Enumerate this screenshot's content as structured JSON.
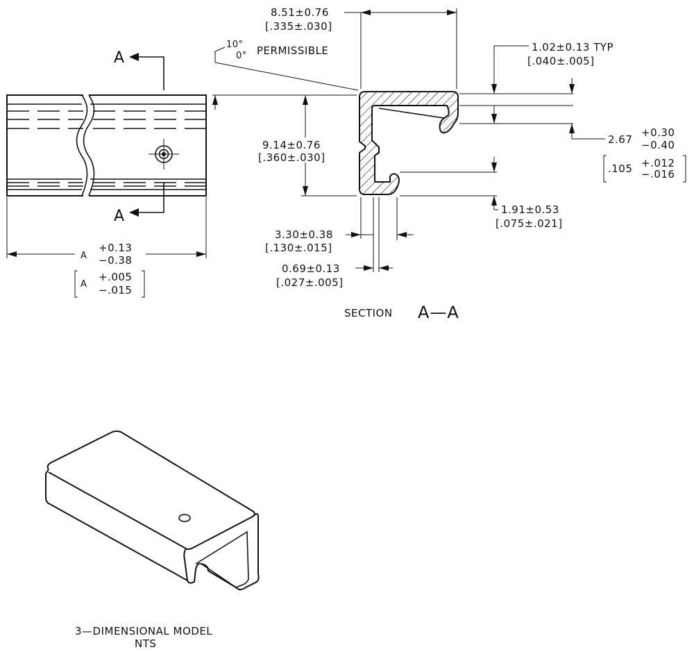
{
  "section_labels": {
    "cut_top": "A",
    "cut_bottom": "A"
  },
  "angle_note": {
    "upper": "10°",
    "lower": "0°",
    "text": "PERMISSIBLE"
  },
  "dimensions": {
    "width_mm": "8.51±0.76",
    "width_in": "[.335±.030]",
    "wall_mm": "1.02±0.13  TYP",
    "wall_in": "[.040±.005]",
    "height_mm": "9.14±0.76",
    "height_in": "[.360±.030]",
    "lip_mm_nominal": "2.67",
    "lip_mm_plus": "+0.30",
    "lip_mm_minus": "−0.40",
    "lip_in_nominal": ".105",
    "lip_in_plus": "+.012",
    "lip_in_minus": "−.016",
    "gap_mm": "1.91±0.53",
    "gap_in": "[.075±.021]",
    "depth_mm": "3.30±0.38",
    "depth_in": "[.130±.015]",
    "slot_mm": "0.69±0.13",
    "slot_in": "[.027±.005]",
    "length_letter": "A",
    "length_plus_mm": "+0.13",
    "length_minus_mm": "−0.38",
    "length_letter_in": "A",
    "length_plus_in": "+.005",
    "length_minus_in": "−.015"
  },
  "captions": {
    "section_word": "SECTION",
    "section_id": "A—A",
    "model_line1": "3—DIMENSIONAL  MODEL",
    "model_line2": "NTS"
  }
}
